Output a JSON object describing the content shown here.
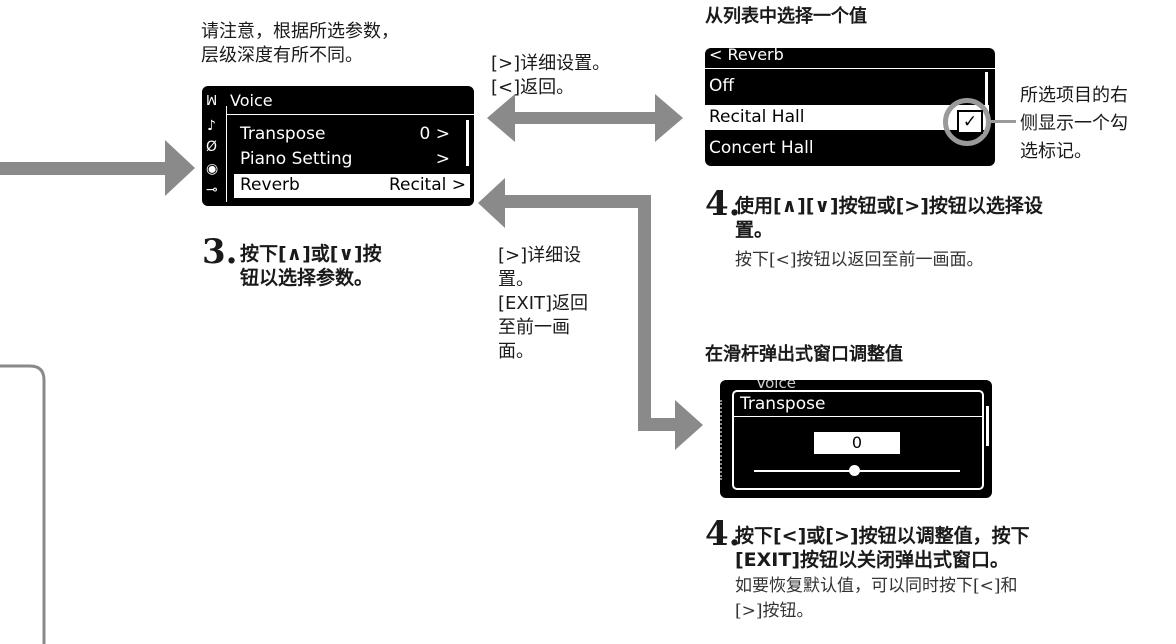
{
  "top_note": {
    "line1": "请注意，根据所选参数，",
    "line2": "层级深度有所不同。"
  },
  "nav_hint_top": {
    "line1": "[>]详细设置。",
    "line2": "[<]返回。"
  },
  "nav_hint_mid": {
    "line1": "[>]详细设",
    "line2": "置。",
    "line3": "[EXIT]返回",
    "line4": "至前一画",
    "line5": "面。"
  },
  "voice_screen": {
    "title": "Voice",
    "items": [
      {
        "label": "Transpose",
        "value": "0 >"
      },
      {
        "label": "Piano Setting",
        "value": ">"
      },
      {
        "label": "Reverb",
        "value": "Recital >"
      }
    ],
    "side_icons": [
      "voice-icon",
      "note-icon",
      "metronome-icon",
      "record-icon",
      "settings-icon"
    ]
  },
  "step3": {
    "num": "3.",
    "line1": "按下[∧]或[∨]按",
    "line2": "钮以选择参数。"
  },
  "list_section": {
    "heading": "从列表中选择一个值",
    "screen_title": "< Reverb",
    "items": [
      "Off",
      "Recital Hall",
      "Concert Hall"
    ],
    "callout_line1": "所选项目的右",
    "callout_line2": "侧显示一个勾",
    "callout_line3": "选标记。"
  },
  "step4a": {
    "num": "4.",
    "line1": "使用[∧][∨]按钮或[>]按钮以选择设",
    "line2": "置。",
    "note": "按下[<]按钮以返回至前一画面。"
  },
  "slider_section": {
    "heading": "在滑杆弹出式窗口调整值",
    "bg_title": "Voice",
    "popup_title": "Transpose",
    "value": "0"
  },
  "step4b": {
    "num": "4.",
    "line1": "按下[<]或[>]按钮以调整值，按下",
    "line2": "[EXIT]按钮以关闭弹出式窗口。",
    "note1": "如要恢复默认值，可以同时按下[<]和",
    "note2": "[>]按钮。"
  }
}
